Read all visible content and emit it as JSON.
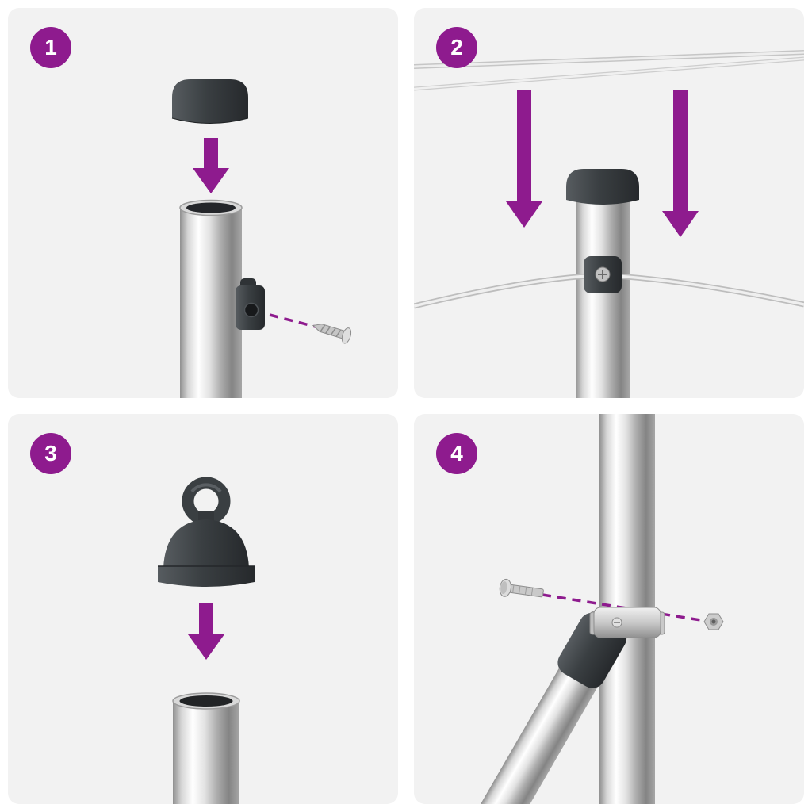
{
  "colors": {
    "accent": "#8E1B8E",
    "panel_bg": "#F2F2F2",
    "badge_text": "#FFFFFF",
    "part_dark": "#3A3F42",
    "metal_light": "#E8E8E8"
  },
  "steps": [
    {
      "number": "1",
      "illustration": "plastic-cap-dropped-onto-post-plus-screw-clamp"
    },
    {
      "number": "2",
      "illustration": "capped-post-placed-under-tension-wires-wire-in-clamp"
    },
    {
      "number": "3",
      "illustration": "eyelet-cap-dropped-onto-tube"
    },
    {
      "number": "4",
      "illustration": "diagonal-brace-fixed-to-post-with-clamp-bolt-and-nut"
    }
  ]
}
